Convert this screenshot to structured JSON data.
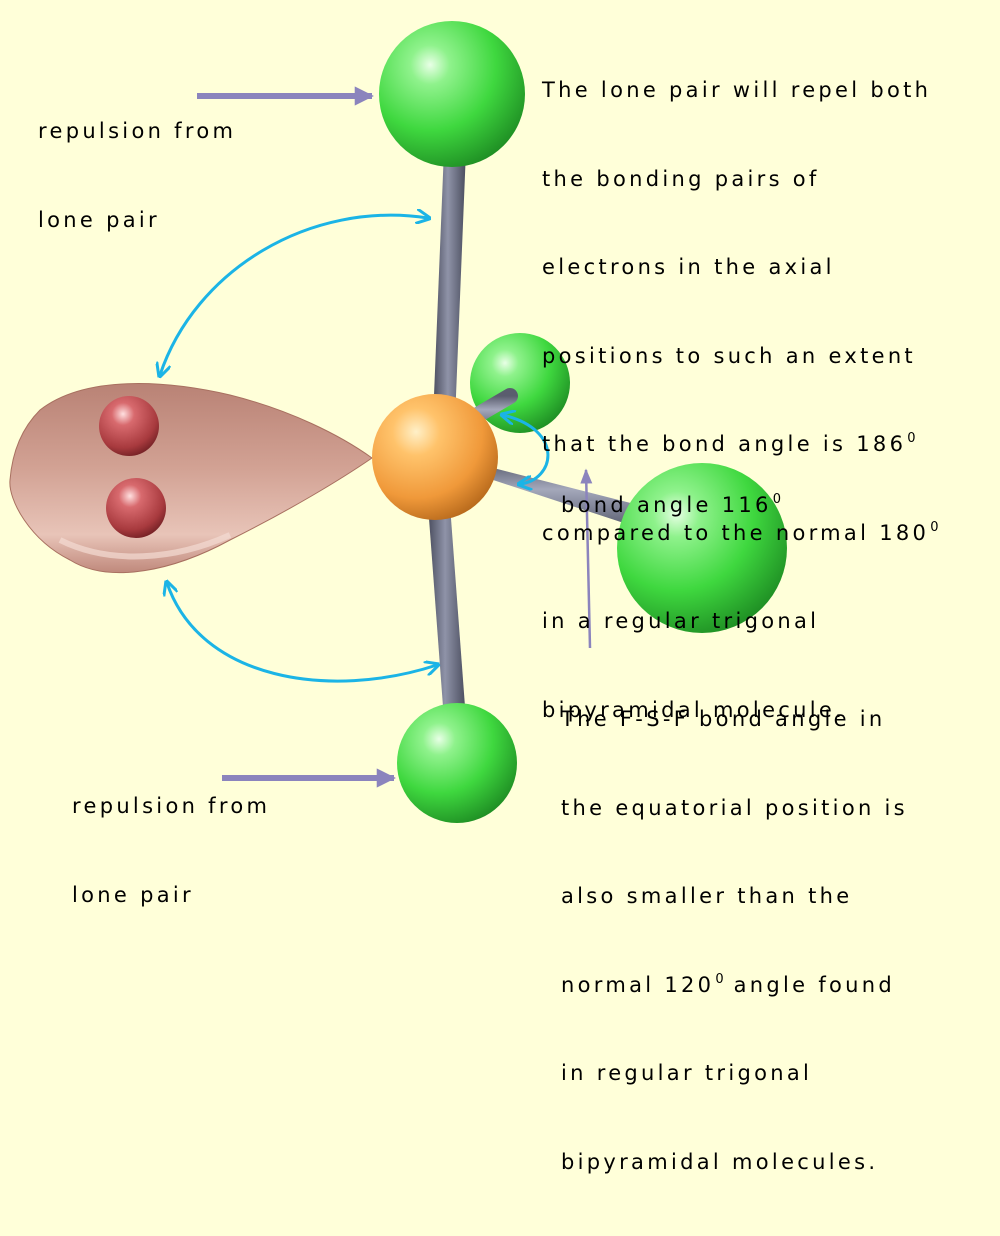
{
  "labels": {
    "repulsion_top": [
      "repulsion from",
      "lone pair"
    ],
    "repulsion_bottom": [
      "repulsion from",
      "lone pair"
    ],
    "axial_explanation": {
      "lines": [
        "The lone pair will repel both",
        "the bonding pairs of",
        "electrons in the axial",
        "positions to such an extent",
        "that the bond angle is 186",
        "compared to the normal 180",
        "in a regular trigonal",
        "bipyramidal molecule."
      ],
      "degree_marker": "0"
    },
    "bond_angle": {
      "text": "bond angle 116",
      "degree_marker": "0"
    },
    "equatorial_explanation": {
      "lines": [
        "The F-S-F bond angle in",
        "the equatorial position is",
        "also smaller than the",
        "normal 120",
        "in regular trigonal",
        "bipyramidal molecules."
      ],
      "line4_suffix": " angle found",
      "degree_marker": "0"
    }
  },
  "colors": {
    "background": "#ffffd9",
    "fluorine_atom": "#3fd83f",
    "sulfur_atom": "#f5a640",
    "bond": "#6f7386",
    "lone_pair_lobe": "#c9978a",
    "lone_pair_electron": "#a83a3e",
    "angle_arrow": "#1bb4e6",
    "pointer_arrow": "#8b84bd"
  }
}
